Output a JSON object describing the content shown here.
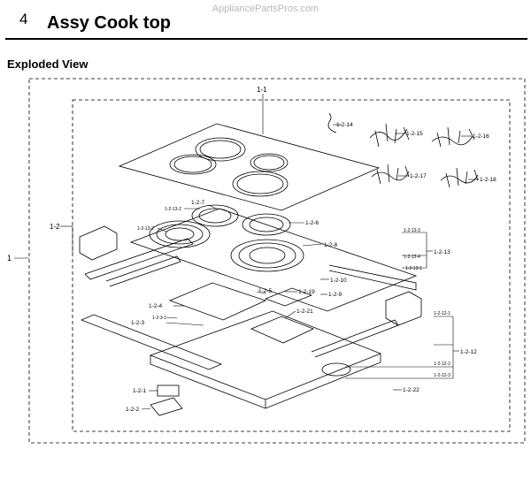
{
  "header": {
    "watermark": "AppliancePartsPros.com",
    "section_number": "4",
    "section_title": "Assy Cook top",
    "subtitle": "Exploded View"
  },
  "labels": {
    "l_1": "1",
    "l_1_1": "1-1",
    "l_1_2": "1-2",
    "l_1_2_1": "1-2-1",
    "l_1_2_2": "1-2-2",
    "l_1_2_3": "1-2-3",
    "l_1_2_3_1": "1-2-3-1",
    "l_1_2_4": "1-2-4",
    "l_1_2_5": "1-2-5",
    "l_1_2_6": "1-2-6",
    "l_1_2_7": "1-2-7",
    "l_1_2_8": "1-2-8",
    "l_1_2_9": "1-2-9",
    "l_1_2_10": "1-2-10",
    "l_1_2_12": "1-2-12",
    "l_1_2_12_1": "1-2-12-1",
    "l_1_2_12_2": "1-2-12-2",
    "l_1_2_12_3": "1-2-12-3",
    "l_1_2_13": "1-2-13",
    "l_1_2_13_1": "1-2-13-1",
    "l_1_2_13_2": "1-2-13-2",
    "l_1_2_13_3": "1-2-13-3",
    "l_1_2_13_4": "1-2-13-4",
    "l_1_2_14": "1-2-14",
    "l_1_2_15": "1-2-15",
    "l_1_2_16": "1-2-16",
    "l_1_2_17": "1-2-17",
    "l_1_2_18": "1-2-18",
    "l_1_2_19": "1-2-19",
    "l_1_2_21": "1-2-21",
    "l_1_2_22": "1-2-22"
  },
  "colors": {
    "line": "#000000",
    "watermark": "#b8b8b8"
  }
}
